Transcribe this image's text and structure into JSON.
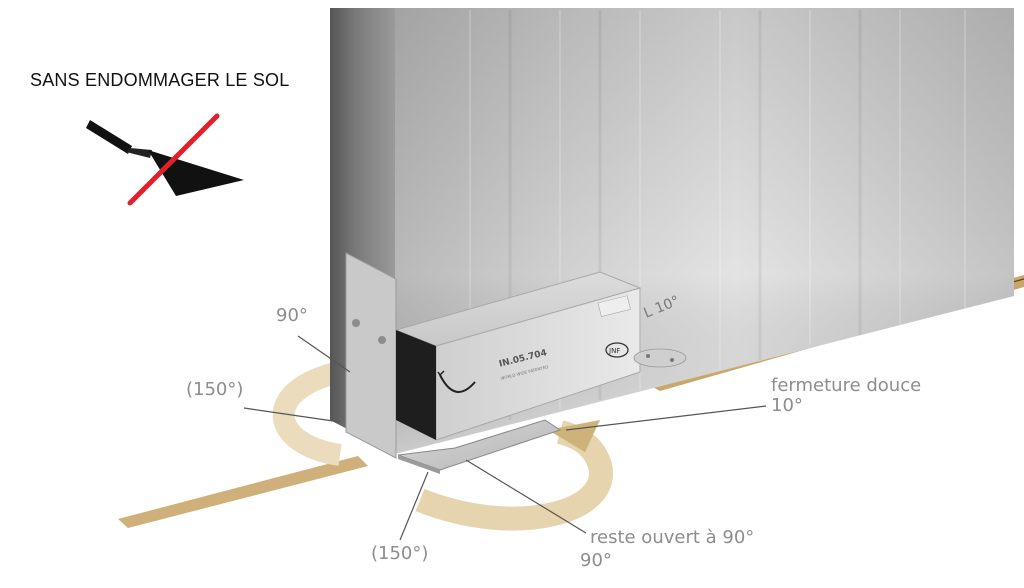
{
  "title": "SANS ENDOMMAGER LE SOL",
  "labels": {
    "ninety_top": "90°",
    "one_fifty_left": "(150°)",
    "fermeture": "fermeture douce",
    "ten_deg": "10°",
    "reste": "reste ouvert à 90°",
    "ninety_bottom": "90°",
    "one_fifty_bottom": "(150°)"
  },
  "device": {
    "model_code": "IN.05.704",
    "brand_text": "WORLD WIDE PATENTED",
    "logo_text": "JNF"
  },
  "colors": {
    "floor_strip": "#cfb07a",
    "arc": "#e8d8b6",
    "arc_arrow": "#c9ac6f",
    "no_sign": "#e0202a",
    "label_gray": "#8d8d8d"
  },
  "icons": {
    "trowel": "trowel-icon",
    "prohibition": "prohibition-slash-icon"
  }
}
